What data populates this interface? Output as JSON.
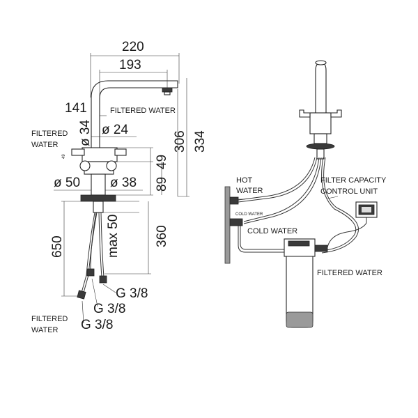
{
  "left_view": {
    "dimensions": {
      "width_220": "220",
      "width_193": "193",
      "width_141": "141",
      "dia_34": "ø 34",
      "dia_24": "ø 24",
      "height_306": "306",
      "height_334": "334",
      "height_49_small": "49",
      "height_49": "49",
      "height_89": "89",
      "dia_50": "ø 50",
      "dia_38": "ø 38",
      "max_50": "max 50",
      "height_360": "360",
      "height_650": "650",
      "thread_1": "G 3/8",
      "thread_2": "G 3/8",
      "thread_3": "G 3/8"
    },
    "labels": {
      "filtered_water_outlet": "FILTERED WATER",
      "filtered_water_side_line1": "FILTERED",
      "filtered_water_side_line2": "WATER",
      "filtered_water_hose_line1": "FILTERED",
      "filtered_water_hose_line2": "WATER"
    }
  },
  "right_view": {
    "labels": {
      "hot_water_line1": "HOT",
      "hot_water_line2": "WATER",
      "cold_water_small": "COLD WATER",
      "cold_water": "COLD WATER",
      "filter_capacity_line1": "FILTER CAPACITY",
      "filter_capacity_line2": "CONTROL UNIT",
      "filtered_water": "FILTERED WATER"
    }
  }
}
